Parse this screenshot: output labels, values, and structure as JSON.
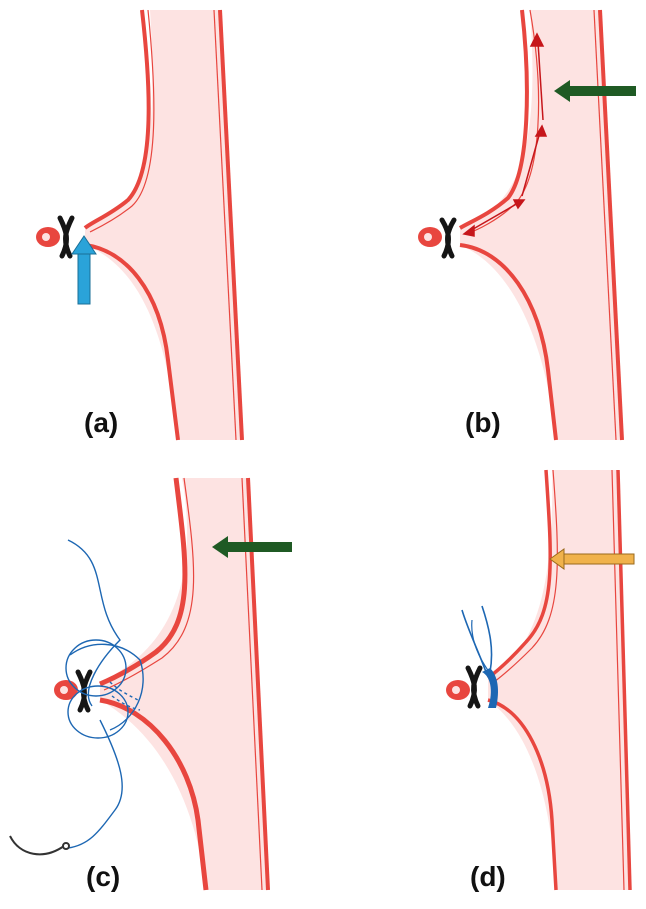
{
  "colors": {
    "vessel_wall": "#e8463f",
    "vessel_fill": "#fde3e2",
    "flow_arrow": "#c6161b",
    "blue_arrow": "#2aa3d9",
    "green_arrow": "#1f5a24",
    "yellow_arrow": "#f0b24b",
    "suture": "#1d67b3",
    "clip": "#151515",
    "needle": "#333333"
  },
  "panels": [
    {
      "label": "(a)",
      "icons": [
        "ligated-stump",
        "clip-icon",
        "blue-arrow-icon"
      ]
    },
    {
      "label": "(b)",
      "icons": [
        "ligated-stump",
        "clip-icon",
        "flow-arrows",
        "green-arrow-icon"
      ]
    },
    {
      "label": "(c)",
      "icons": [
        "ligated-stump",
        "clip-icon",
        "suture-loops",
        "needle-icon",
        "green-arrow-icon"
      ]
    },
    {
      "label": "(d)",
      "icons": [
        "ligated-stump",
        "clip-icon",
        "tied-suture",
        "yellow-arrow-icon"
      ]
    }
  ]
}
